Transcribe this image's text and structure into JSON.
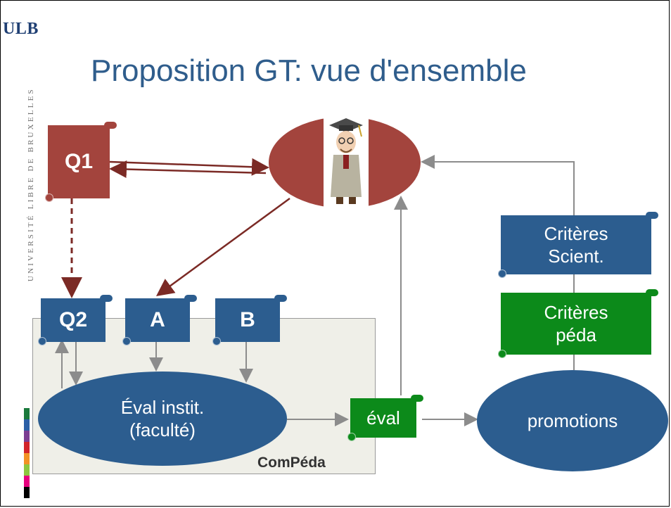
{
  "logo": "ULB",
  "university_vertical": "UNIVERSITÉ LIBRE DE BRUXELLES",
  "title": "Proposition GT: vue d'ensemble",
  "nodes": {
    "q1": "Q1",
    "q2": "Q2",
    "a": "A",
    "b": "B",
    "eval_instit_line1": "Éval instit.",
    "eval_instit_line2": "(faculté)",
    "eval": "éval",
    "promotions": "promotions",
    "criteres_scient_line1": "Critères",
    "criteres_scient_line2": "Scient.",
    "criteres_peda_line1": "Critères",
    "criteres_peda_line2": "péda"
  },
  "group_label": "ComPéda",
  "colors": {
    "blue": "#2c5d8f",
    "green": "#0c8a1a",
    "red": "#a3443d",
    "title": "#2f5d8c",
    "arrow_gray": "#8c8c8c",
    "arrow_red": "#7b2a25"
  }
}
